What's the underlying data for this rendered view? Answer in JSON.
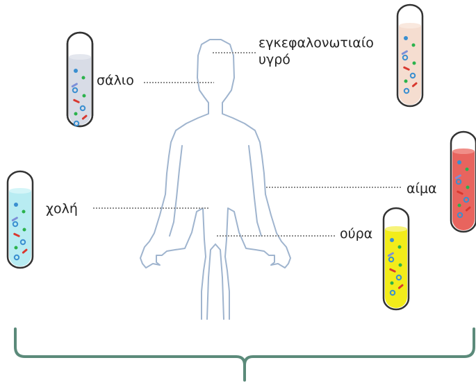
{
  "labels": {
    "saliva": "σάλιο",
    "csf": "εγκεφαλονωτιαίο υγρό",
    "bile": "χολή",
    "blood": "αίμα",
    "urine": "ούρα"
  },
  "colors": {
    "body_outline": "#9fb4ce",
    "bracket": "#5b8a7a",
    "leader": "#8a8a8a",
    "tube_outline": "#333333",
    "saliva_fluid": "#d8dce6",
    "csf_fluid": "#f5ddd0",
    "bile_fluid": "#b8ecf2",
    "blood_fluid": "#e8645e",
    "urine_fluid": "#f2ec1a"
  },
  "icons": [
    "test-tube-icon",
    "human-body-icon",
    "curly-bracket-icon"
  ]
}
